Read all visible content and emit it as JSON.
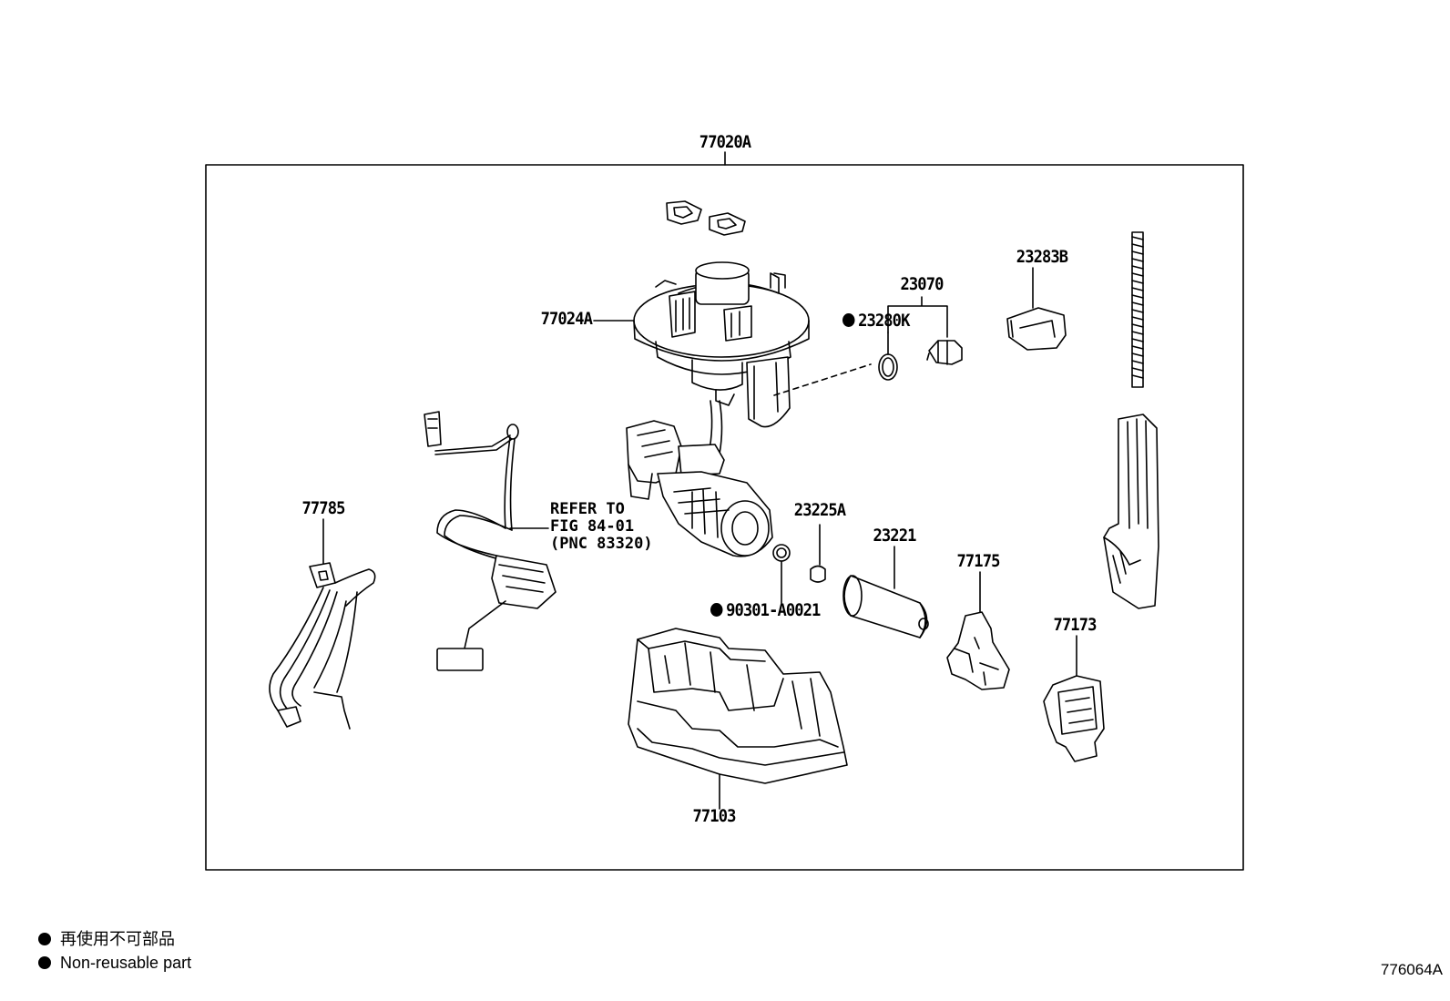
{
  "labels": {
    "assembly": "77020A",
    "sender_gauge_plate": "77024A",
    "gasket_k": "23280K",
    "pump_part": "23070",
    "clamp_b": "23283B",
    "harness": "77785",
    "gasket_a": "23225A",
    "filter": "23221",
    "bracket_75": "77175",
    "oring": "90301-A0021",
    "bracket_73": "77173",
    "tube": "77103"
  },
  "refer_lines": [
    "REFER TO",
    "FIG 84-01",
    "(PNC 83320)"
  ],
  "legend": {
    "jp": "再使用不可部品",
    "en": "Non-reusable part"
  },
  "figure_id": "776064A"
}
